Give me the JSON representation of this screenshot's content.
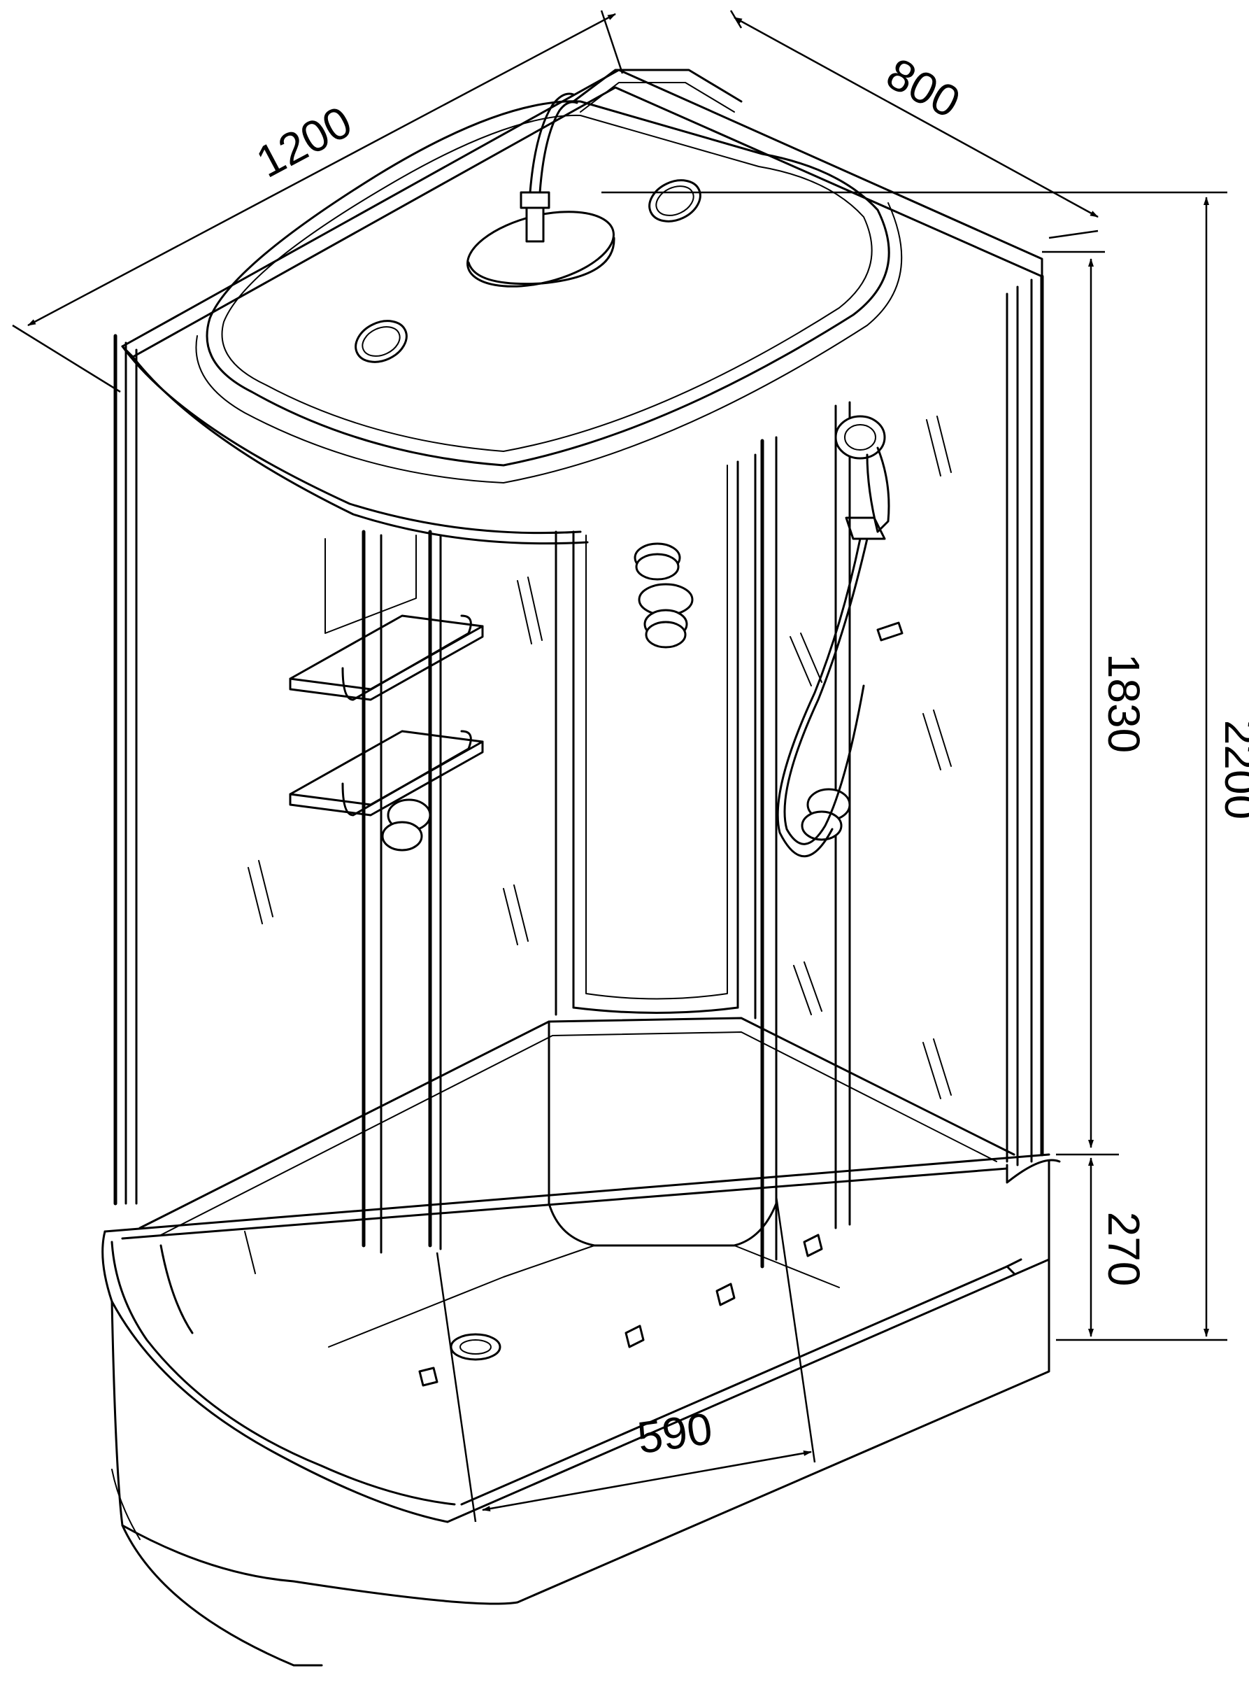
{
  "dimensions": {
    "length": "1200",
    "depth": "800",
    "cabin_height": "1830",
    "total_height": "2200",
    "tray_height": "270",
    "door_width": "590"
  }
}
